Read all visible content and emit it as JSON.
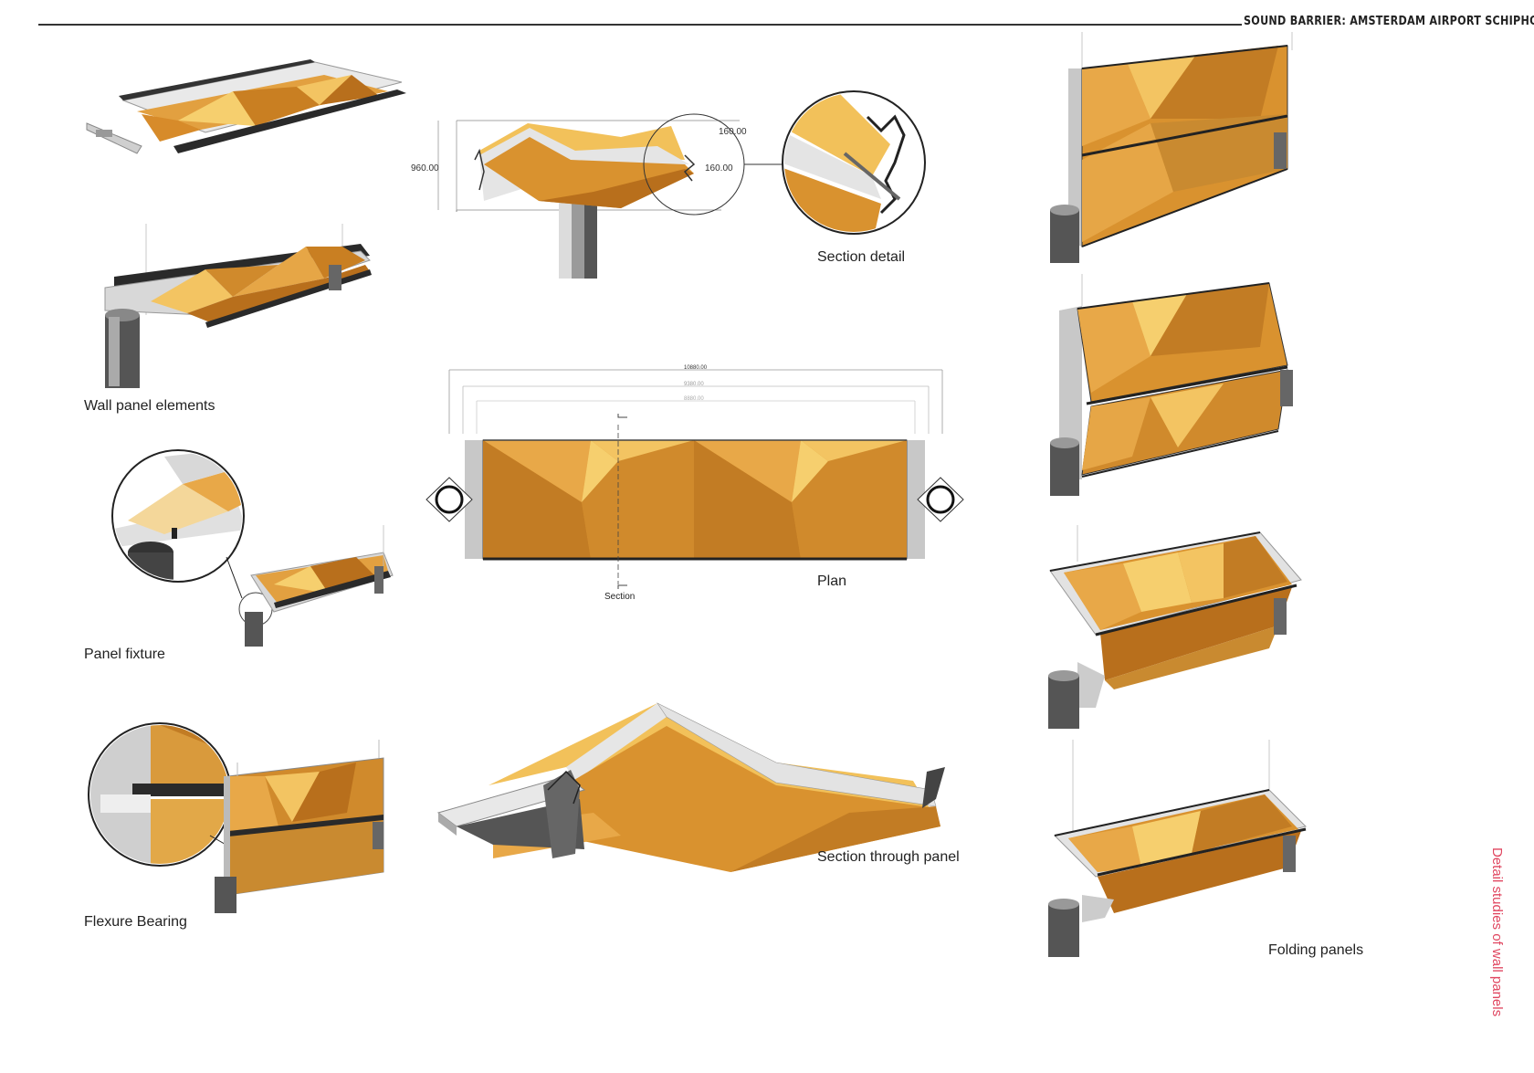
{
  "header": {
    "title": "SOUND BARRIER: AMSTERDAM AIRPORT SCHIPHOL"
  },
  "side_title": "Detail studies of wall panels",
  "captions": {
    "wall_panel_elements": "Wall panel elements",
    "panel_fixture": "Panel fixture",
    "flexure_bearing": "Flexure Bearing",
    "section_detail": "Section detail",
    "plan": "Plan",
    "section_marker": "Section",
    "section_through_panel": "Section through panel",
    "folding_panels": "Folding panels"
  },
  "dimensions": {
    "height": "960.00",
    "top": "160.00",
    "side": "160.00",
    "plan_overall": "10880.00",
    "plan_mid": "9380.00",
    "plan_inner": "8880.00"
  },
  "colors": {
    "panel_orange": "#d9922f",
    "panel_light": "#f2c15a",
    "panel_dark": "#b86f1c",
    "frame_grey": "#c8c8c8",
    "rail_dark": "#2a2a2a",
    "side_title": "#e0455f"
  }
}
